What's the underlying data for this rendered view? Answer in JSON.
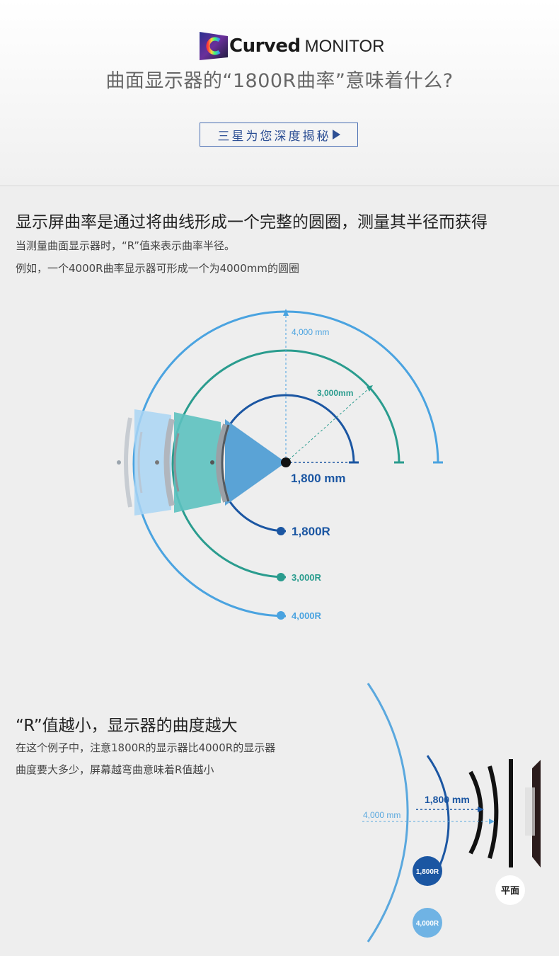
{
  "header": {
    "logo_word": "Curved",
    "logo_monitor": "MONITOR",
    "title": "曲面显示器的“1800R曲率”意味着什么?",
    "cta_label": "三星为您深度揭秘"
  },
  "section1": {
    "heading": "显示屏曲率是通过将曲线形成一个完整的圆圈，测量其半径而获得",
    "line1": "当测量曲面显示器时，“R”值来表示曲率半径。",
    "line2": "例如，一个4000R曲率显示器可形成一个为4000mm的圆圈"
  },
  "diagram1": {
    "label_4000mm": "4,000 mm",
    "label_3000mm": "3,000mm",
    "label_1800mm": "1,800 mm",
    "legend_1800": "1,800R",
    "legend_3000": "3,000R",
    "legend_4000": "4,000R",
    "colors": {
      "r1800": "#1b56a2",
      "r3000": "#2a9c8e",
      "r4000": "#4aa3e0"
    }
  },
  "section2": {
    "heading": "“R”值越小，显示器的曲度越大",
    "line1": "在这个例子中，注意1800R的显示器比4000R的显示器",
    "line2": "曲度要大多少，屏幕越弯曲意味着R值越小"
  },
  "diagram2": {
    "label_1800mm": "1,800 mm",
    "label_4000mm": "4,000 mm",
    "badge_1800": "1,800R",
    "badge_4000": "4,000R",
    "badge_flat": "平面"
  }
}
